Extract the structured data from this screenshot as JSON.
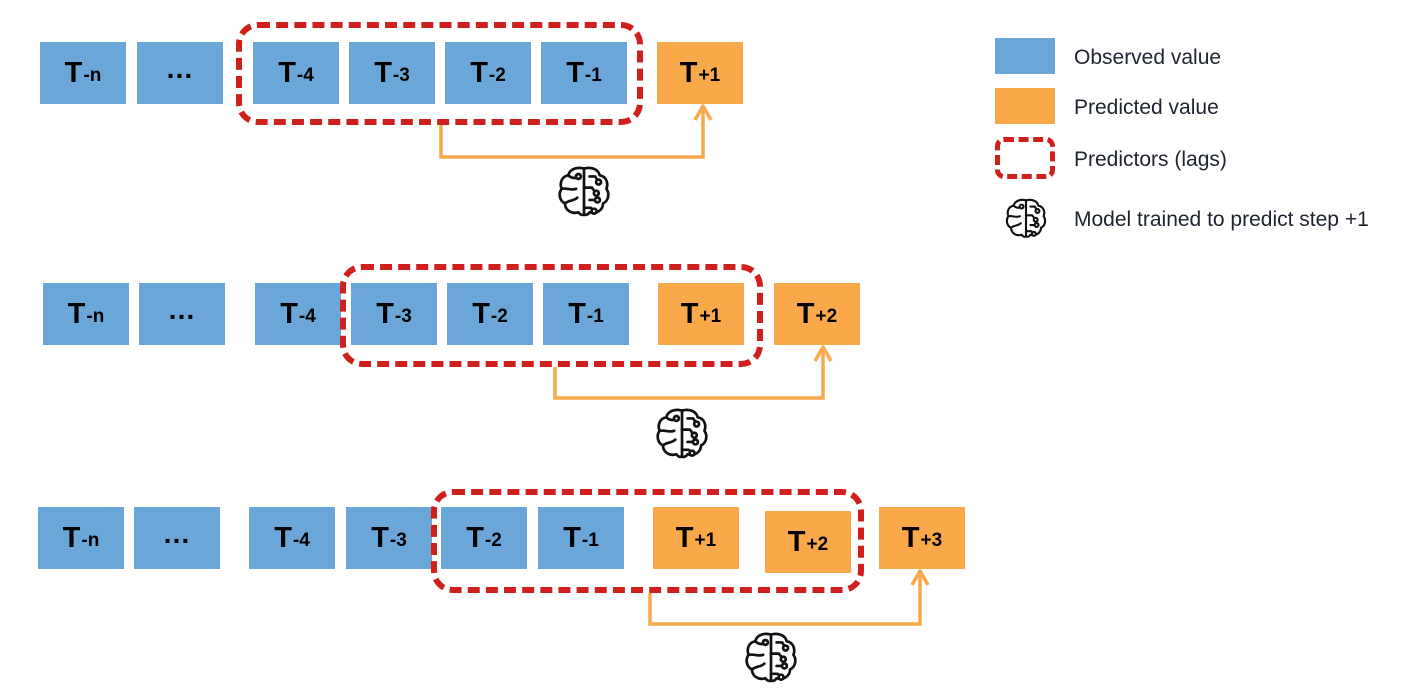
{
  "rows": [
    {
      "cells": [
        {
          "kind": "observed",
          "base": "T",
          "sub": "-n"
        },
        {
          "kind": "observed",
          "base": "…",
          "sub": ""
        },
        {
          "kind": "observed",
          "base": "T",
          "sub": "-4"
        },
        {
          "kind": "observed",
          "base": "T",
          "sub": "-3"
        },
        {
          "kind": "observed",
          "base": "T",
          "sub": "-2"
        },
        {
          "kind": "observed",
          "base": "T",
          "sub": "-1"
        },
        {
          "kind": "predicted",
          "base": "T",
          "sub": "+1"
        }
      ]
    },
    {
      "cells": [
        {
          "kind": "observed",
          "base": "T",
          "sub": "-n"
        },
        {
          "kind": "observed",
          "base": "…",
          "sub": ""
        },
        {
          "kind": "observed",
          "base": "T",
          "sub": "-4"
        },
        {
          "kind": "observed",
          "base": "T",
          "sub": "-3"
        },
        {
          "kind": "observed",
          "base": "T",
          "sub": "-2"
        },
        {
          "kind": "observed",
          "base": "T",
          "sub": "-1"
        },
        {
          "kind": "predicted",
          "base": "T",
          "sub": "+1"
        },
        {
          "kind": "predicted",
          "base": "T",
          "sub": "+2"
        }
      ]
    },
    {
      "cells": [
        {
          "kind": "observed",
          "base": "T",
          "sub": "-n"
        },
        {
          "kind": "observed",
          "base": "…",
          "sub": ""
        },
        {
          "kind": "observed",
          "base": "T",
          "sub": "-4"
        },
        {
          "kind": "observed",
          "base": "T",
          "sub": "-3"
        },
        {
          "kind": "observed",
          "base": "T",
          "sub": "-2"
        },
        {
          "kind": "observed",
          "base": "T",
          "sub": "-1"
        },
        {
          "kind": "predicted",
          "base": "T",
          "sub": "+1"
        },
        {
          "kind": "predicted",
          "base": "T",
          "sub": "+2"
        },
        {
          "kind": "predicted",
          "base": "T",
          "sub": "+3"
        }
      ]
    }
  ],
  "legend": {
    "observed": "Observed value",
    "predicted": "Predicted value",
    "predictors": "Predictors (lags)",
    "model": "Model trained to predict step +1"
  },
  "colors": {
    "observed": "#6aa6d7",
    "predicted": "#f9a84a",
    "lag_border": "#d0201e",
    "arrow": "#f9a84a"
  },
  "icons": {
    "model": "brain-circuit-icon"
  }
}
